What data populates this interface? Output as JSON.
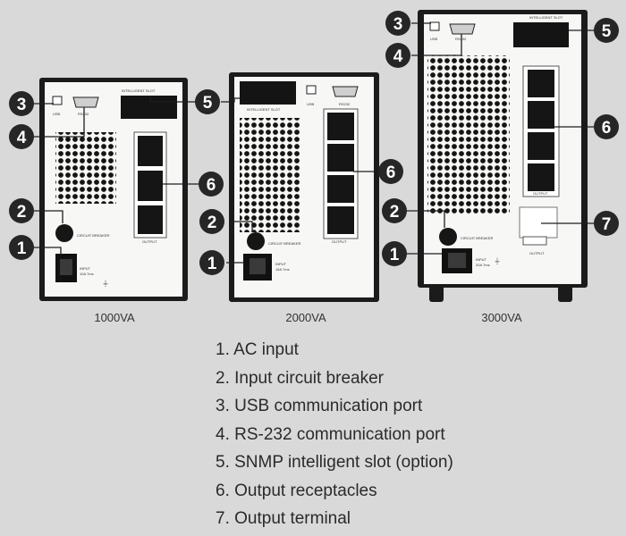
{
  "units": [
    {
      "caption": "1000VA",
      "labels": {
        "usb": "USB",
        "rs232": "RS232",
        "slot": "INTELLIGENT SLOT",
        "breaker": "CIRCUIT BREAKER",
        "input": "INPUT",
        "input_rating": "10A 7ms",
        "output": "OUTPUT"
      }
    },
    {
      "caption": "2000VA",
      "labels": {
        "usb": "USB",
        "rs232": "RS232",
        "slot": "INTELLIGENT SLOT",
        "breaker": "CIRCUIT BREAKER",
        "input": "INPUT",
        "input_rating": "16A 7ms",
        "output": "OUTPUT"
      }
    },
    {
      "caption": "3000VA",
      "labels": {
        "usb": "USB",
        "rs232": "RS232",
        "slot": "INTELLIGENT SLOT",
        "breaker": "CIRCUIT BREAKER",
        "input": "INPUT",
        "input_rating": "20A 7ms",
        "output": "OUTPUT",
        "terminal": "OUTPUT"
      }
    }
  ],
  "callout_numbers": [
    "1",
    "2",
    "3",
    "4",
    "5",
    "6",
    "7"
  ],
  "legend": [
    "1. AC input",
    "2. Input circuit breaker",
    "3. USB communication port",
    "4. RS-232 communication port",
    "5. SNMP intelligent slot (option)",
    "6. Output receptacles",
    "7. Output terminal"
  ],
  "colors": {
    "background": "#d9d9d9",
    "panel": "#f7f7f5",
    "chassis": "#1b1b1b",
    "callout": "#262626",
    "callout_text": "#ffffff"
  }
}
